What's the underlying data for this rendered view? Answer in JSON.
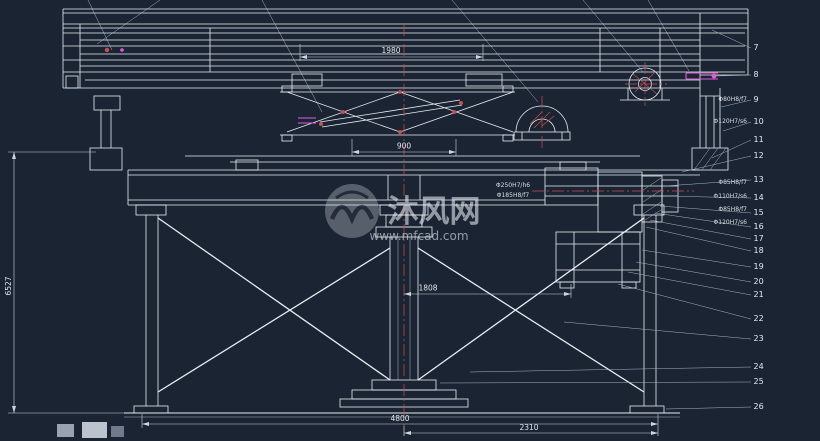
{
  "drawing": {
    "background": "#1b2433",
    "line_color": "#e7edf4",
    "centerline_color": "#c94f4f",
    "accent_magenta": "#e35bd8",
    "dim_text_color": "#dfe5ea"
  },
  "watermark": {
    "brand": "沐风网",
    "site": "www.mfcad.com"
  },
  "dimensions": {
    "deck_span": "1980",
    "center_span": "900",
    "base_span": "1808",
    "overall_width": "4800",
    "right_span": "2310",
    "overall_height": "6527"
  },
  "fits": {
    "shaft_top": "Φ80H8/f7",
    "shaft_top2": "Φ120H7/s6",
    "bearing_1": "Φ85H8/f7",
    "bearing_2": "Φ110H7/s6",
    "bearing_3": "Φ85H8/f7",
    "bearing_4": "Φ120H7/s6",
    "slew_ring_1": "Φ250H7/h6",
    "slew_ring_2": "Φ185H8/f7"
  },
  "callouts": [
    "7",
    "8",
    "9",
    "10",
    "11",
    "12",
    "13",
    "14",
    "15",
    "16",
    "17",
    "18",
    "19",
    "20",
    "21",
    "22",
    "23",
    "24",
    "25",
    "26"
  ]
}
